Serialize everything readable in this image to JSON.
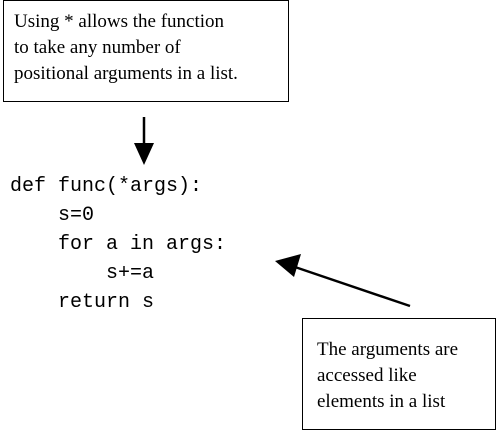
{
  "callouts": {
    "top": {
      "lines": [
        "Using * allows the function",
        "to take any number of",
        "positional arguments in a list."
      ]
    },
    "bottom": {
      "lines": [
        "The arguments are",
        "accessed like",
        "elements in a list"
      ]
    }
  },
  "code": {
    "lines": [
      "def func(*args):",
      "    s=0",
      "    for a in args:",
      "        s+=a",
      "    return s"
    ]
  }
}
